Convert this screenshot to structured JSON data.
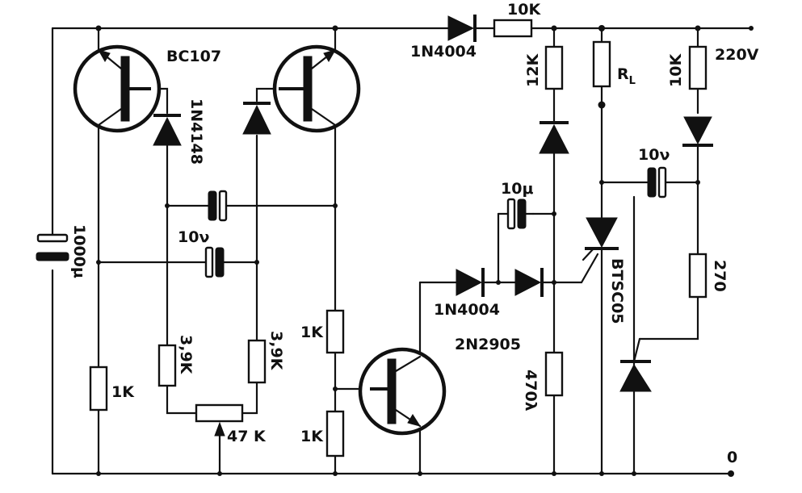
{
  "labels": {
    "q1": "BC107",
    "d_top_left": "1N4004",
    "r_top": "10K",
    "r_12k": "12K",
    "r_load": "R",
    "r_load_sub": "L",
    "r_10k_right": "10K",
    "supply": "220V",
    "d_1n4148": "1N4148",
    "c_1000": "1000μ",
    "c_10_mid": "10ν",
    "c_10_center": "10μ",
    "c_10_right": "10ν",
    "d_1n4004_mid": "1N4004",
    "scr": "BTSC05",
    "r_270": "270",
    "q3": "2N2905",
    "r_1k_upper": "1K",
    "r_1k_lower": "1K",
    "r_1k_left": "1K",
    "r_39k_left": "3,9K",
    "r_39k_right": "3,9K",
    "pot_47k": "47 K",
    "r_470": "470λ",
    "ground": "0"
  }
}
